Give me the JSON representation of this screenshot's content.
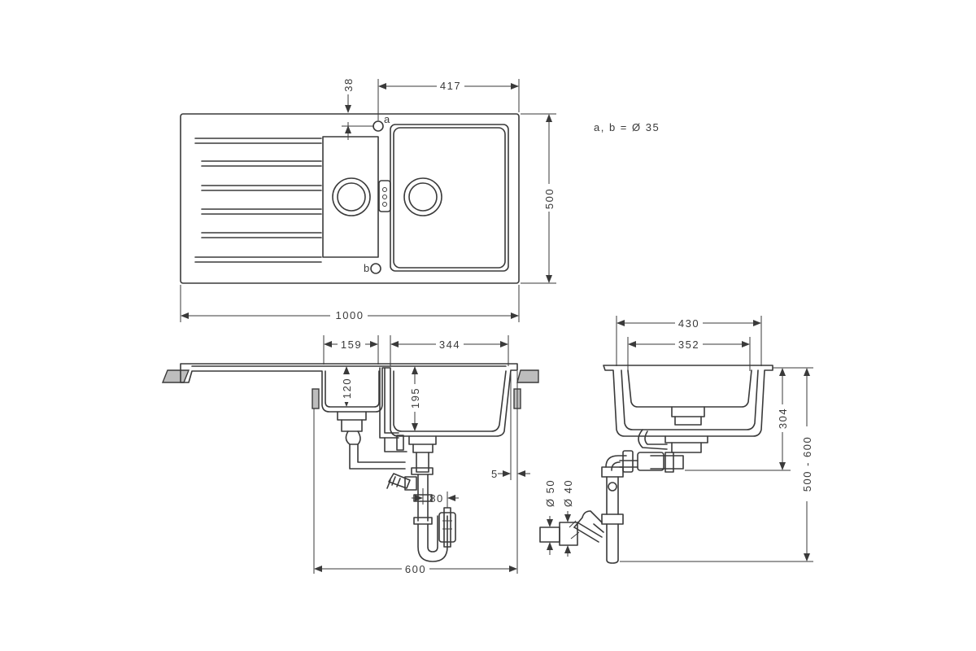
{
  "note": "a, b = Ø 35",
  "labels": {
    "a": "a",
    "b": "b"
  },
  "dimensions": {
    "d38": "38",
    "d417": "417",
    "d500": "500",
    "d1000": "1000",
    "d159": "159",
    "d344": "344",
    "d120": "120",
    "d195": "195",
    "d5": "5",
    "d80": "80",
    "d600": "600",
    "d430": "430",
    "d352": "352",
    "d304": "304",
    "d500_600": "500 - 600",
    "dia50": "Ø 50",
    "dia40": "Ø 40"
  }
}
